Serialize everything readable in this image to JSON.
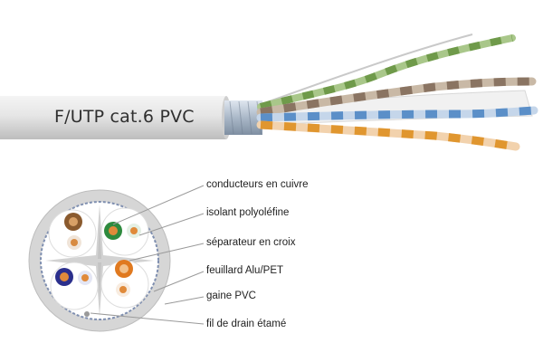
{
  "cable": {
    "label": "F/UTP cat.6 PVC"
  },
  "callouts": [
    "conducteurs en cuivre",
    "isolant polyoléfine",
    "séparateur en croix",
    "feuillard Alu/PET",
    "gaine PVC",
    "fil de drain étamé"
  ],
  "colors": {
    "jacket": "#d9d9d9",
    "foil": "#9eb0c2",
    "pair_green": "#2e8a3e",
    "pair_blue": "#2b2f8c",
    "pair_orange": "#e0791f",
    "pair_brown": "#8a5a2e",
    "copper": "#c8773a"
  }
}
